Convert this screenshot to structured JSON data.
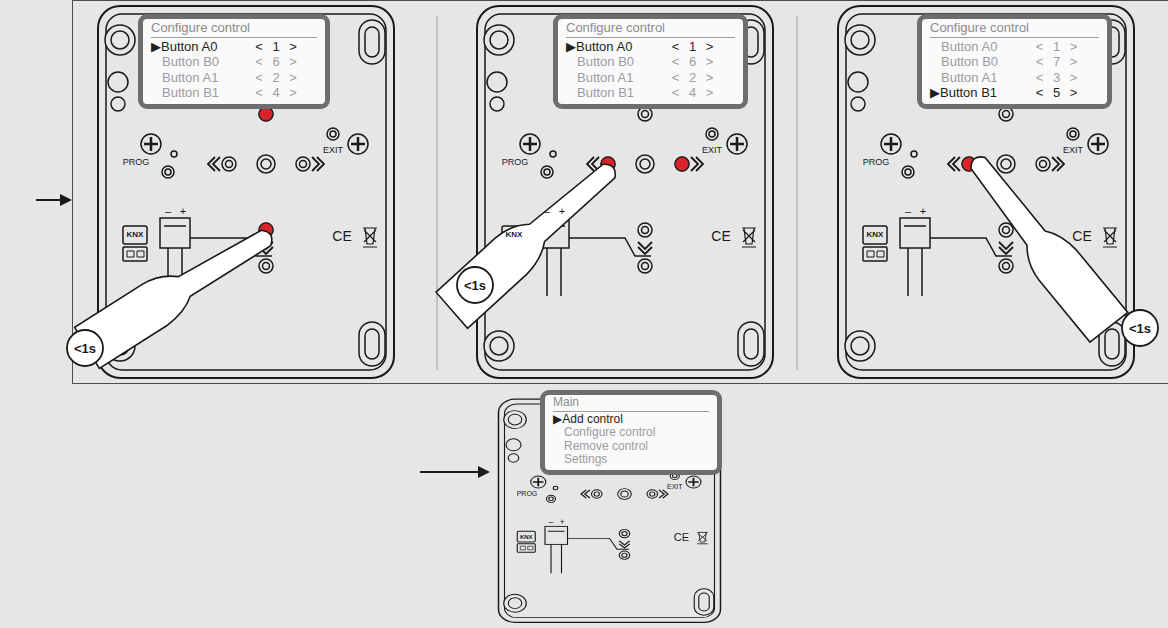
{
  "diagram": {
    "nodes": [
      {
        "text": [
          "Configure control",
          "▶Button A0",
          "< 1 >",
          "Button B0",
          "< 6 >",
          "Button A1",
          "< 2 >",
          "Button B1",
          "< 4 >"
        ]
      },
      {
        "text": [
          "Configure control",
          "▶Button A0",
          "< 1 >",
          "Button B0",
          "< 6 >",
          "Button A1",
          "< 2 >",
          "Button B1",
          "< 4 >"
        ]
      },
      {
        "text": [
          "Configure control",
          "Button A0",
          "< 1 >",
          "Button B0",
          "< 7 >",
          "Button A1",
          "< 3 >",
          "▶Button B1",
          "< 5 >"
        ]
      },
      {
        "text": [
          "Main",
          "▶Add control",
          "Configure control",
          "Remove control",
          "Settings"
        ]
      }
    ],
    "labels": [
      "PROG",
      "EXIT",
      "–",
      "+",
      "KNX",
      "CE",
      "<1s",
      "PROG",
      "EXIT",
      "–",
      "+",
      "KNX",
      "CE",
      "<1s",
      "PROG",
      "EXIT",
      "–",
      "+",
      "KNX",
      "CE",
      "<1s",
      "PROG",
      "EXIT",
      "–",
      "+",
      "KNX",
      "CE"
    ]
  }
}
